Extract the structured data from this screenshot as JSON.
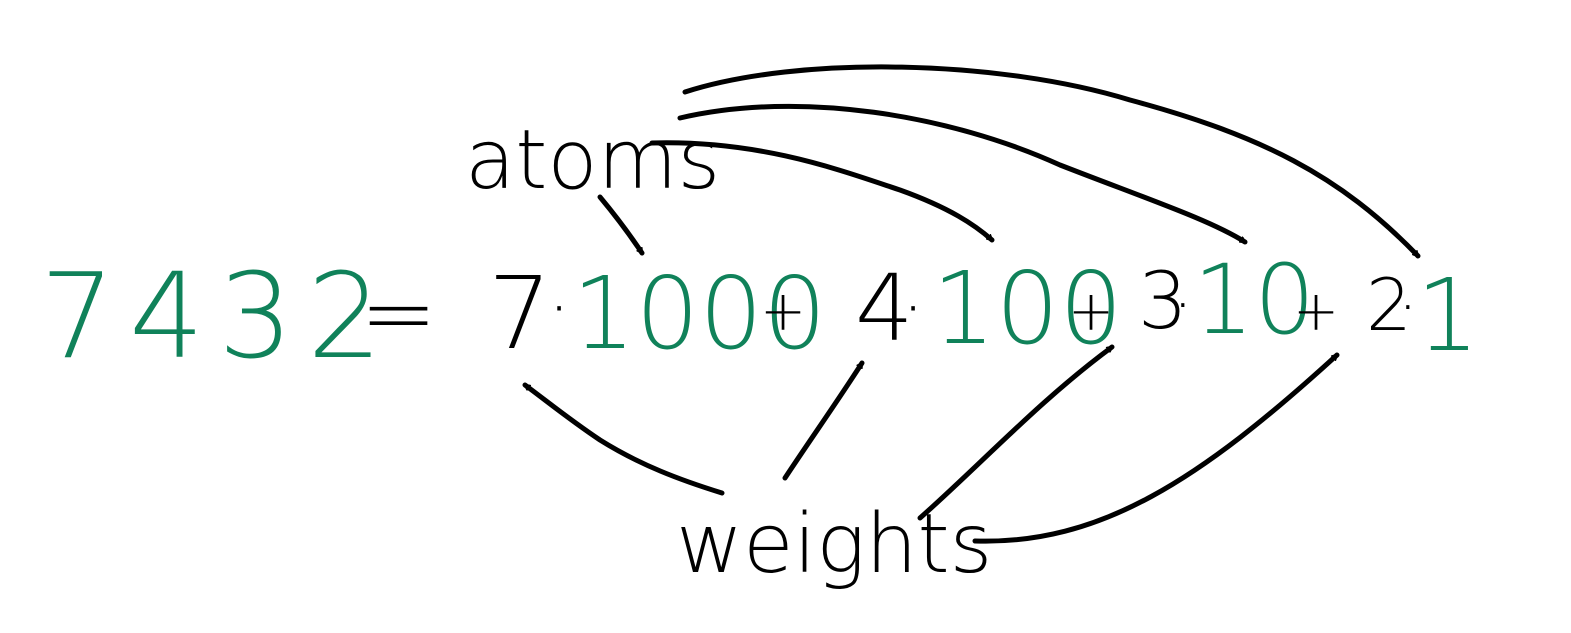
{
  "colors": {
    "ink": "#000000",
    "green": "#10825a",
    "background": "#ffffff"
  },
  "labels": {
    "atoms": "atoms",
    "weights": "weights"
  },
  "equation": {
    "number": "7432",
    "equals": "=",
    "terms": [
      {
        "weight": "7",
        "dot": "·",
        "atom": "1000"
      },
      {
        "weight": "4",
        "dot": "·",
        "atom": "100"
      },
      {
        "weight": "3",
        "dot": "·",
        "atom": "10"
      },
      {
        "weight": "2",
        "dot": "·",
        "atom": "1"
      }
    ],
    "plus": "+"
  }
}
